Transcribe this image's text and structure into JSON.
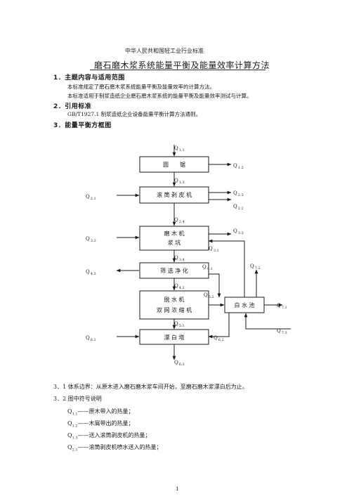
{
  "header": {
    "standard": "中华人民共和国轻工业行业标准",
    "title": "磨石磨木浆系统能量平衡及能量效率计算方法"
  },
  "sections": {
    "s1_title": "1．主题内容与适用范围",
    "s1_p1": "本标准规定了磨石磨木浆系统能量平衡及能量效率的计算方法。",
    "s1_p2": "本标准适用于制浆造纸企业磨石磨木浆系统的能量平衡及能量效率测试与计算。",
    "s2_title": "2．引用标准",
    "s2_p1": "GB/T1927.1 制浆造纸企业设备能量平衡计算方法通则。",
    "s3_title": "3．能量平衡方框图"
  },
  "diagram": {
    "boxes": {
      "saw": "圆　　锯",
      "drum": "滚 筒 剥 皮 机",
      "grinder_1": "磨 木 机",
      "grinder_2": "浆 坑",
      "screen": "筛 选 净 化",
      "dewater_1": "脱 水 机",
      "dewater_2": "双 网 浓 缩 机",
      "bleach": "漂 白 塔",
      "whitewater": "白 水 池"
    },
    "labels": [
      {
        "id": "q11",
        "base": "Q",
        "sub": "1.1"
      },
      {
        "id": "q12",
        "base": "Q",
        "sub": "1.2"
      },
      {
        "id": "q13",
        "base": "Q",
        "sub": "1.3"
      },
      {
        "id": "q21",
        "base": "Q",
        "sub": "2.1"
      },
      {
        "id": "q23",
        "base": "Q",
        "sub": "2.3"
      },
      {
        "id": "q22",
        "base": "Q",
        "sub": "2.2"
      },
      {
        "id": "q24",
        "base": "Q",
        "sub": "2.4"
      },
      {
        "id": "q32",
        "base": "Q",
        "sub": "3.2"
      },
      {
        "id": "q33",
        "base": "Q",
        "sub": "3.3"
      },
      {
        "id": "q31",
        "base": "Q",
        "sub": "3.1"
      },
      {
        "id": "q34",
        "base": "Q",
        "sub": "3.4"
      },
      {
        "id": "q43",
        "base": "Q",
        "sub": "4.3"
      },
      {
        "id": "q41",
        "base": "Q",
        "sub": "4.1"
      },
      {
        "id": "q72",
        "base": "Q",
        "sub": "7.2"
      },
      {
        "id": "q42",
        "base": "Q",
        "sub": "4.2"
      },
      {
        "id": "q52",
        "base": "Q",
        "sub": "5.2"
      },
      {
        "id": "q71",
        "base": "Q",
        "sub": "7.1"
      },
      {
        "id": "q51",
        "base": "Q",
        "sub": "5.1"
      },
      {
        "id": "q73",
        "base": "Q",
        "sub": "7.3"
      },
      {
        "id": "q61",
        "base": "Q",
        "sub": "6.1"
      },
      {
        "id": "q62",
        "base": "Q",
        "sub": "6.2"
      },
      {
        "id": "q63",
        "base": "Q",
        "sub": "6.3"
      }
    ]
  },
  "after": {
    "p31": "3．1 体系边界：从原木进入磨石磨木浆车间开始，至磨石磨木浆漂白后为止。",
    "p32": "3．2 图中符号说明",
    "defs": [
      {
        "sym": "Q",
        "sub": "1.1",
        "text": "——原木带入的热量；"
      },
      {
        "sym": "Q",
        "sub": "1.2",
        "text": "——木屑带出的热量；"
      },
      {
        "sym": "Q",
        "sub": "1.3",
        "text": "——送入滚筒剥皮机的热量；"
      },
      {
        "sym": "Q",
        "sub": "2.1",
        "text": "——滚筒剥皮机喷水送入的热量；"
      }
    ]
  },
  "footer": {
    "page_number": "1"
  }
}
